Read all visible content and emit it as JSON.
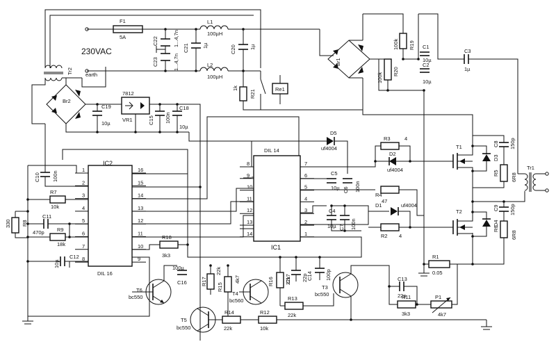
{
  "mains_label": "230VAC",
  "earth_label": "earth",
  "ic2": {
    "name": "IC2",
    "package": "DIL 16",
    "pins_left": [
      "1",
      "2",
      "3",
      "4",
      "5",
      "6",
      "7",
      "8"
    ],
    "pins_right": [
      "16",
      "15",
      "14",
      "13",
      "12",
      "11",
      "10",
      "9"
    ]
  },
  "ic1": {
    "name": "IC1",
    "package": "DIL 14",
    "pins_left": [
      "8",
      "9",
      "10",
      "11",
      "12",
      "13",
      "14"
    ],
    "pins_right": [
      "7",
      "6",
      "5",
      "4",
      "3",
      "2",
      "1"
    ]
  },
  "reg": {
    "name": "7812",
    "ref": "VR1"
  },
  "components": {
    "F1": {
      "ref": "F1",
      "value": "5A"
    },
    "L1": {
      "ref": "L1",
      "value": "100µH"
    },
    "L2": {
      "ref": "L2",
      "value": "100µH"
    },
    "C22": {
      "ref": "C22",
      "value": "1...4,7n"
    },
    "C23": {
      "ref": "C23",
      "value": "1...4,7n"
    },
    "C21": {
      "ref": "C21",
      "value": "1µ"
    },
    "C20": {
      "ref": "C20",
      "value": "1µ"
    },
    "Tr2": {
      "ref": "Tr2"
    },
    "Br1": {
      "ref": "Br1"
    },
    "Br2": {
      "ref": "Br2"
    },
    "R21": {
      "ref": "R21",
      "value": "1k"
    },
    "Re1": {
      "ref": "Re1"
    },
    "R19": {
      "ref": "R19",
      "value": "100k"
    },
    "R20": {
      "ref": "R20",
      "value": "100k"
    },
    "C1": {
      "ref": "C1",
      "value": "10µ"
    },
    "C2": {
      "ref": "C2",
      "value": "10µ"
    },
    "C3": {
      "ref": "C3",
      "value": "1µ"
    },
    "C19": {
      "ref": "C19",
      "value": "10µ"
    },
    "C15": {
      "ref": "C15",
      "value": "100n"
    },
    "C18": {
      "ref": "C18",
      "value": "10µ"
    },
    "C10": {
      "ref": "C10",
      "value": "100n"
    },
    "C11": {
      "ref": "C11",
      "value": "470p"
    },
    "C12": {
      "ref": "C12",
      "value": "10µ"
    },
    "C16": {
      "ref": "C16",
      "value": "100µ"
    },
    "C17": {
      "ref": "C17",
      "value": "22p"
    },
    "C14": {
      "ref": "C14",
      "value": "100p"
    },
    "C13": {
      "ref": "C13",
      "value": "22p"
    },
    "C4": {
      "ref": "C4",
      "value": "10µ"
    },
    "C5": {
      "ref": "C5",
      "value": "10µ"
    },
    "C6": {
      "ref": "C6",
      "value": "100n"
    },
    "C7": {
      "ref": "C7",
      "value": "100n"
    },
    "C8": {
      "ref": "C8",
      "value": "150p"
    },
    "C9": {
      "ref": "C9",
      "value": "150p"
    },
    "R7": {
      "ref": "R7",
      "value": "10k"
    },
    "R8": {
      "ref": "R8",
      "value": "330"
    },
    "R9": {
      "ref": "R9",
      "value": "18k"
    },
    "R18": {
      "ref": "R18",
      "value": "3k3"
    },
    "R17": {
      "ref": "R17",
      "value": "22k"
    },
    "R15": {
      "ref": "R15",
      "value": "4k7"
    },
    "R16": {
      "ref": "R16",
      "value": "22k"
    },
    "R14": {
      "ref": "R14",
      "value": "22k"
    },
    "R12": {
      "ref": "R12",
      "value": "10k"
    },
    "R13": {
      "ref": "R13",
      "value": "22k"
    },
    "R11": {
      "ref": "R11",
      "value": "3k3"
    },
    "P1": {
      "ref": "P1",
      "value": "4k7"
    },
    "R1": {
      "ref": "R1",
      "value": "0.05"
    },
    "R2": {
      "ref": "R2",
      "value": "4"
    },
    "R3": {
      "ref": "R3",
      "value": "4"
    },
    "R4": {
      "ref": "R4",
      "value": "47"
    },
    "R5": {
      "ref": "R5",
      "value": "6R8"
    },
    "R6": {
      "ref": "R6",
      "value": "6R8"
    },
    "D1": {
      "ref": "D1",
      "value": "uf4004"
    },
    "D2": {
      "ref": "D2",
      "value": "uf4004"
    },
    "D3": {
      "ref": "D3"
    },
    "D4": {
      "ref": "D4"
    },
    "D5": {
      "ref": "D5",
      "value": "uf4004"
    },
    "T1": {
      "ref": "T1"
    },
    "T2": {
      "ref": "T2"
    },
    "T3": {
      "ref": "T3",
      "value": "bc550"
    },
    "T4": {
      "ref": "T4",
      "value": "bc560"
    },
    "T5": {
      "ref": "T5",
      "value": "bc550"
    },
    "T6": {
      "ref": "T6",
      "value": "bc550"
    },
    "Tr1": {
      "ref": "Tr1"
    }
  }
}
